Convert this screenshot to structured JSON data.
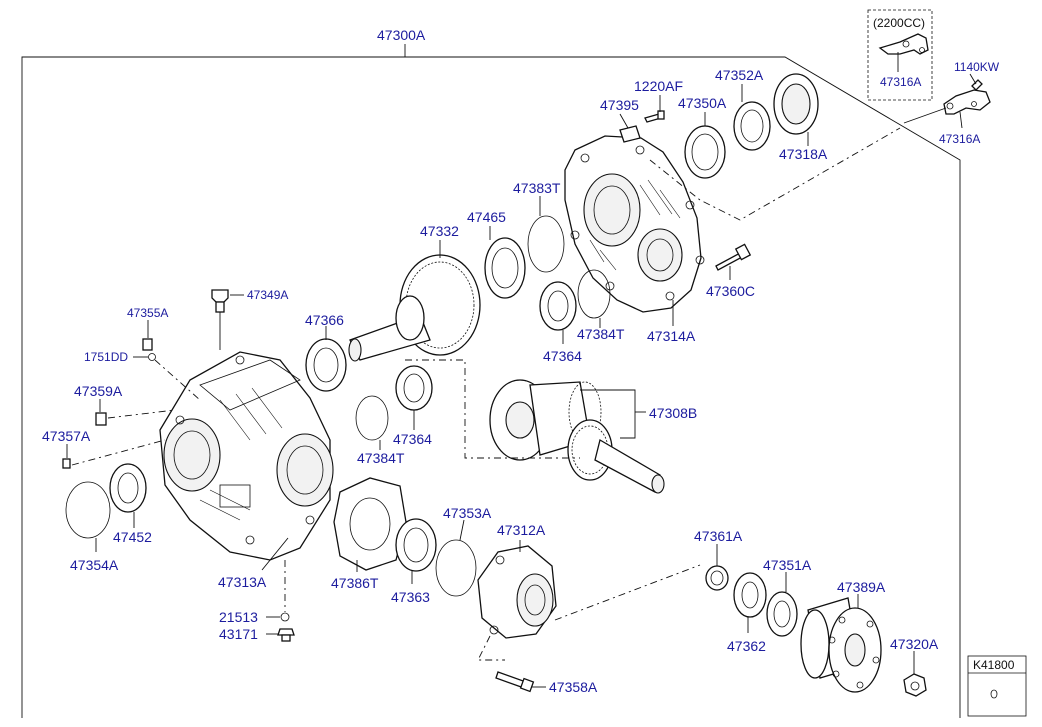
{
  "diagram": {
    "assembly_label": "47300A",
    "variant_note": "(2200CC)",
    "figure_code": "K41800",
    "labels": {
      "p47316A_top": "47316A",
      "p1140KW": "1140KW",
      "p47316A_right": "47316A",
      "p1220AF": "1220AF",
      "p47395": "47395",
      "p47352A": "47352A",
      "p47350A": "47350A",
      "p47318A": "47318A",
      "p47383T": "47383T",
      "p47465": "47465",
      "p47332": "47332",
      "p47360C": "47360C",
      "p47384T_top": "47384T",
      "p47314A": "47314A",
      "p47364_top": "47364",
      "p47349A": "47349A",
      "p47355A": "47355A",
      "p1751DD": "1751DD",
      "p47366": "47366",
      "p47359A": "47359A",
      "p47308B": "47308B",
      "p47357A": "47357A",
      "p47364_mid": "47364",
      "p47384T_mid": "47384T",
      "p47452": "47452",
      "p47354A": "47354A",
      "p47313A": "47313A",
      "p47386T": "47386T",
      "p47353A": "47353A",
      "p47312A": "47312A",
      "p47363": "47363",
      "p47361A": "47361A",
      "p47351A": "47351A",
      "p47389A": "47389A",
      "p47320A": "47320A",
      "p47362": "47362",
      "p21513": "21513",
      "p43171": "43171",
      "p47358A": "47358A"
    }
  }
}
